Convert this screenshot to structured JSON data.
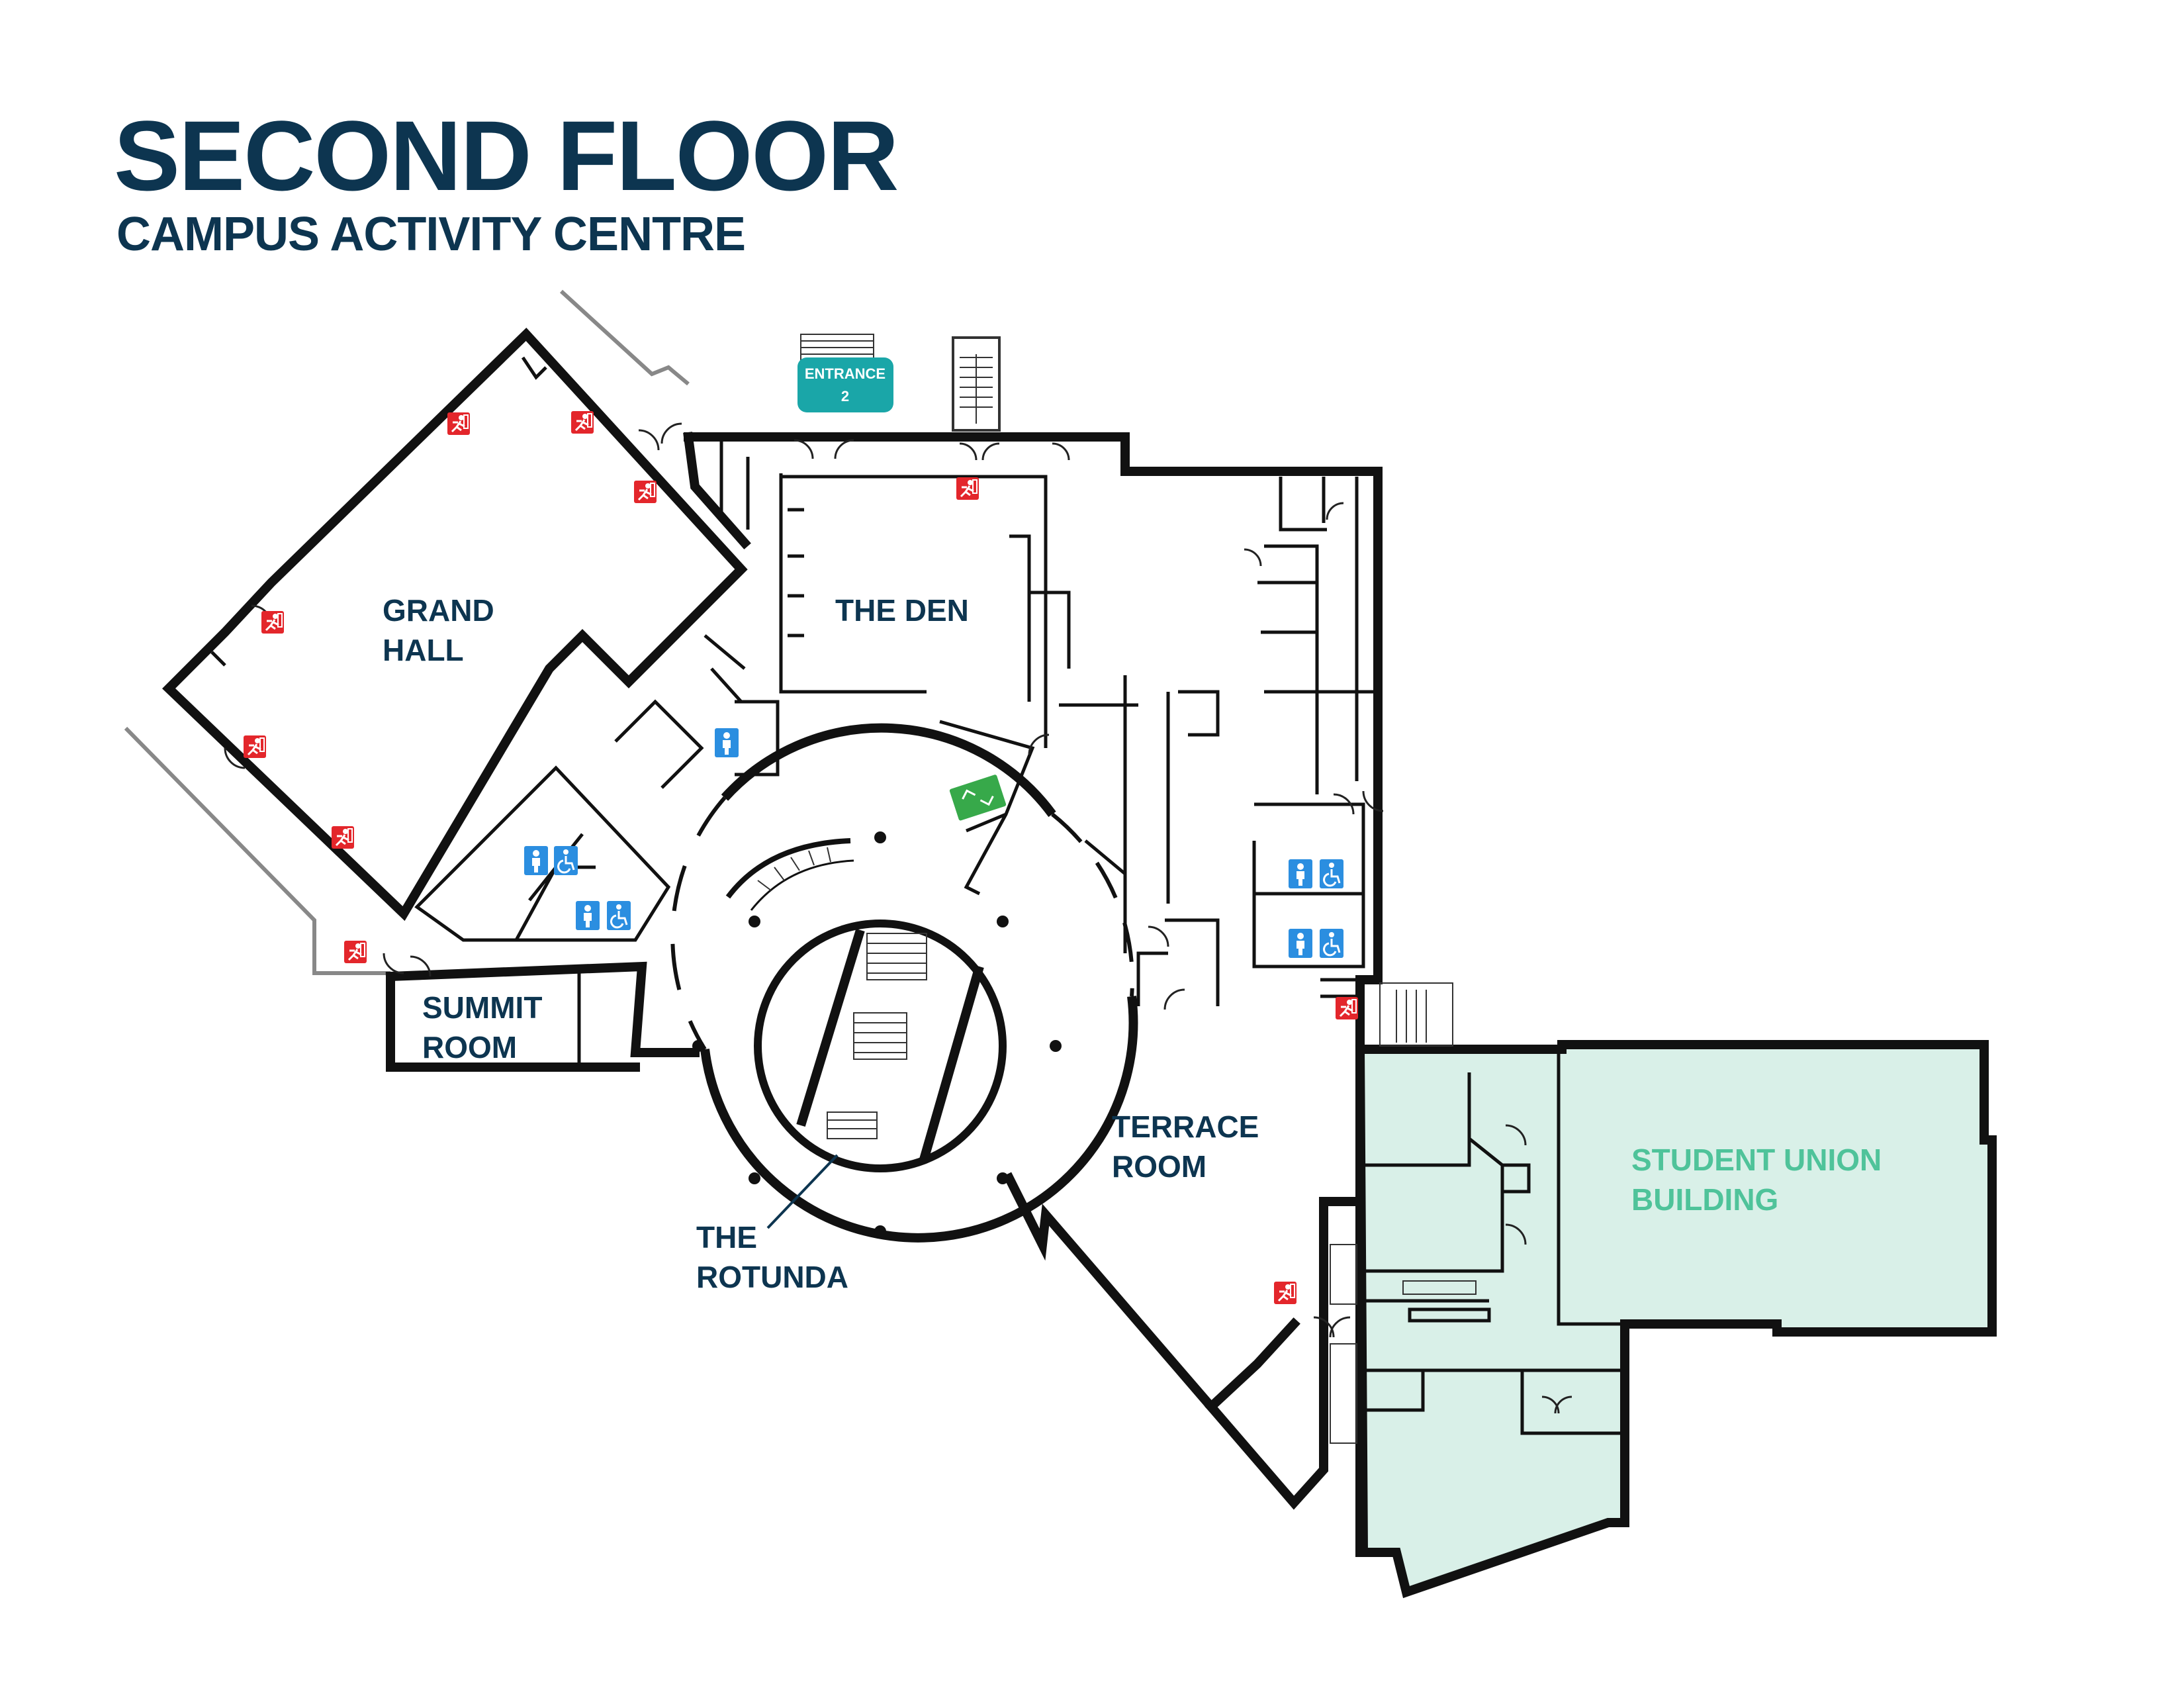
{
  "header": {
    "title": "SECOND FLOOR",
    "subtitle": "CAMPUS ACTIVITY CENTRE"
  },
  "rooms": {
    "grand_hall_line1": "GRAND",
    "grand_hall_line2": "HALL",
    "the_den": "THE DEN",
    "summit_line1": "SUMMIT",
    "summit_line2": "ROOM",
    "terrace_line1": "TERRACE",
    "terrace_line2": "ROOM",
    "rotunda_line1": "THE",
    "rotunda_line2": "ROTUNDA",
    "sub_line1": "STUDENT UNION",
    "sub_line2": "BUILDING"
  },
  "entrance": {
    "line1": "ENTRANCE",
    "line2": "2"
  },
  "icons": {
    "fire_exit": "fire-exit-icon",
    "washroom": "washroom-icon",
    "accessible": "accessible-icon",
    "elevator": "elevator-icon",
    "stairs": "stairs-icon"
  },
  "colors": {
    "title": "#0d3550",
    "sub_fill": "#d9f0e8",
    "sub_text": "#4fc39a",
    "entrance": "#1aa6a8",
    "fire_exit": "#e3262b",
    "washroom": "#2b8ee0",
    "elevator": "#37a94a"
  }
}
